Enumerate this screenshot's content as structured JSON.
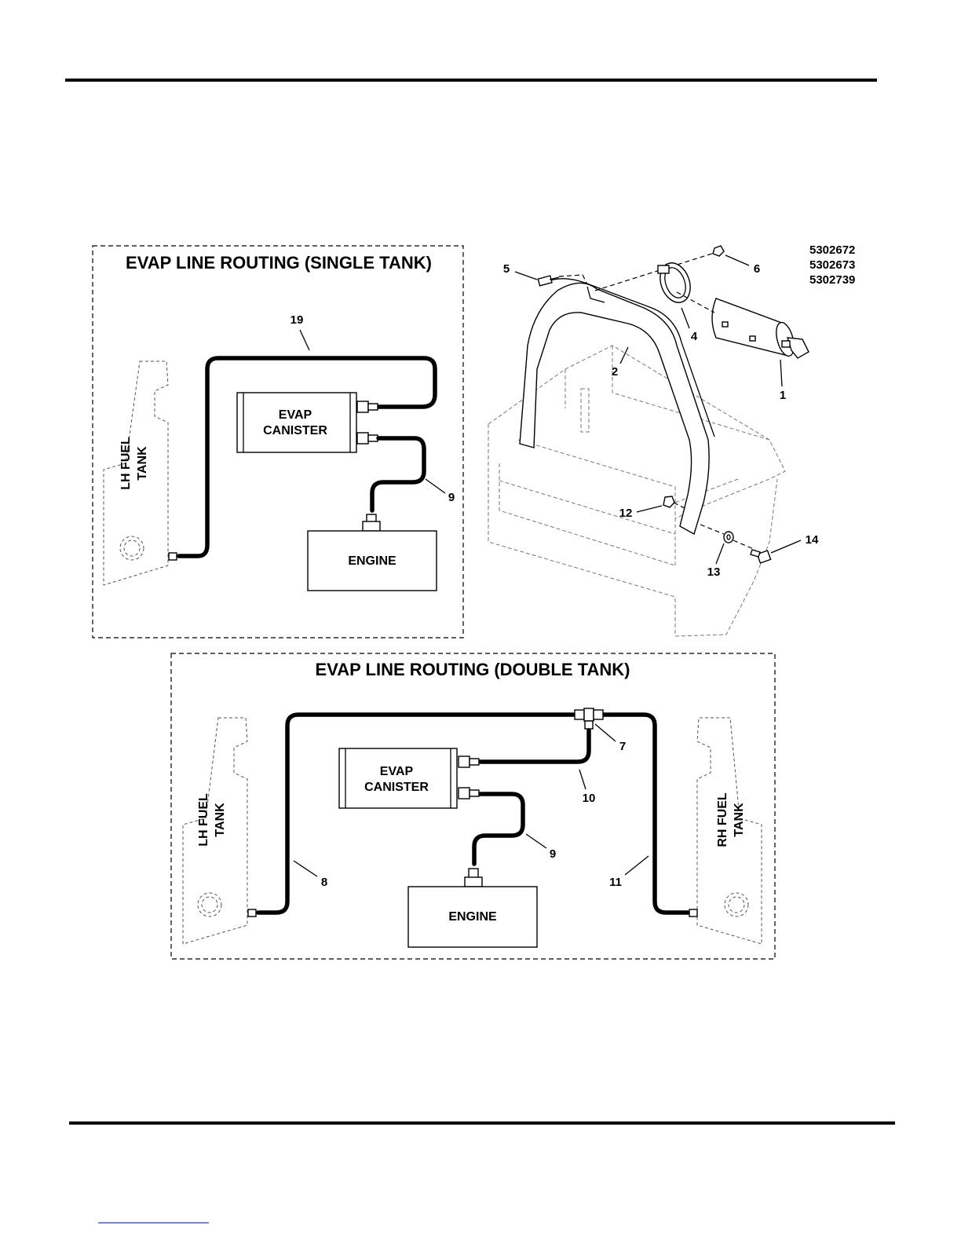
{
  "single_tank": {
    "title": "EVAP LINE ROUTING (SINGLE TANK)",
    "tank_label_line1": "LH FUEL",
    "tank_label_line2": "TANK",
    "canister_line1": "EVAP",
    "canister_line2": "CANISTER",
    "engine": "ENGINE",
    "callouts": [
      "19",
      "9"
    ]
  },
  "double_tank": {
    "title": "EVAP LINE ROUTING (DOUBLE TANK)",
    "lh_tank_line1": "LH FUEL",
    "lh_tank_line2": "TANK",
    "rh_tank_line1": "RH FUEL",
    "rh_tank_line2": "TANK",
    "canister_line1": "EVAP",
    "canister_line2": "CANISTER",
    "engine": "ENGINE",
    "callouts": [
      "7",
      "10",
      "9",
      "8",
      "11"
    ]
  },
  "exploded_view": {
    "part_numbers": [
      "5302672",
      "5302673",
      "5302739"
    ],
    "callouts": [
      "5",
      "6",
      "4",
      "2",
      "1",
      "12",
      "14",
      "13"
    ]
  }
}
